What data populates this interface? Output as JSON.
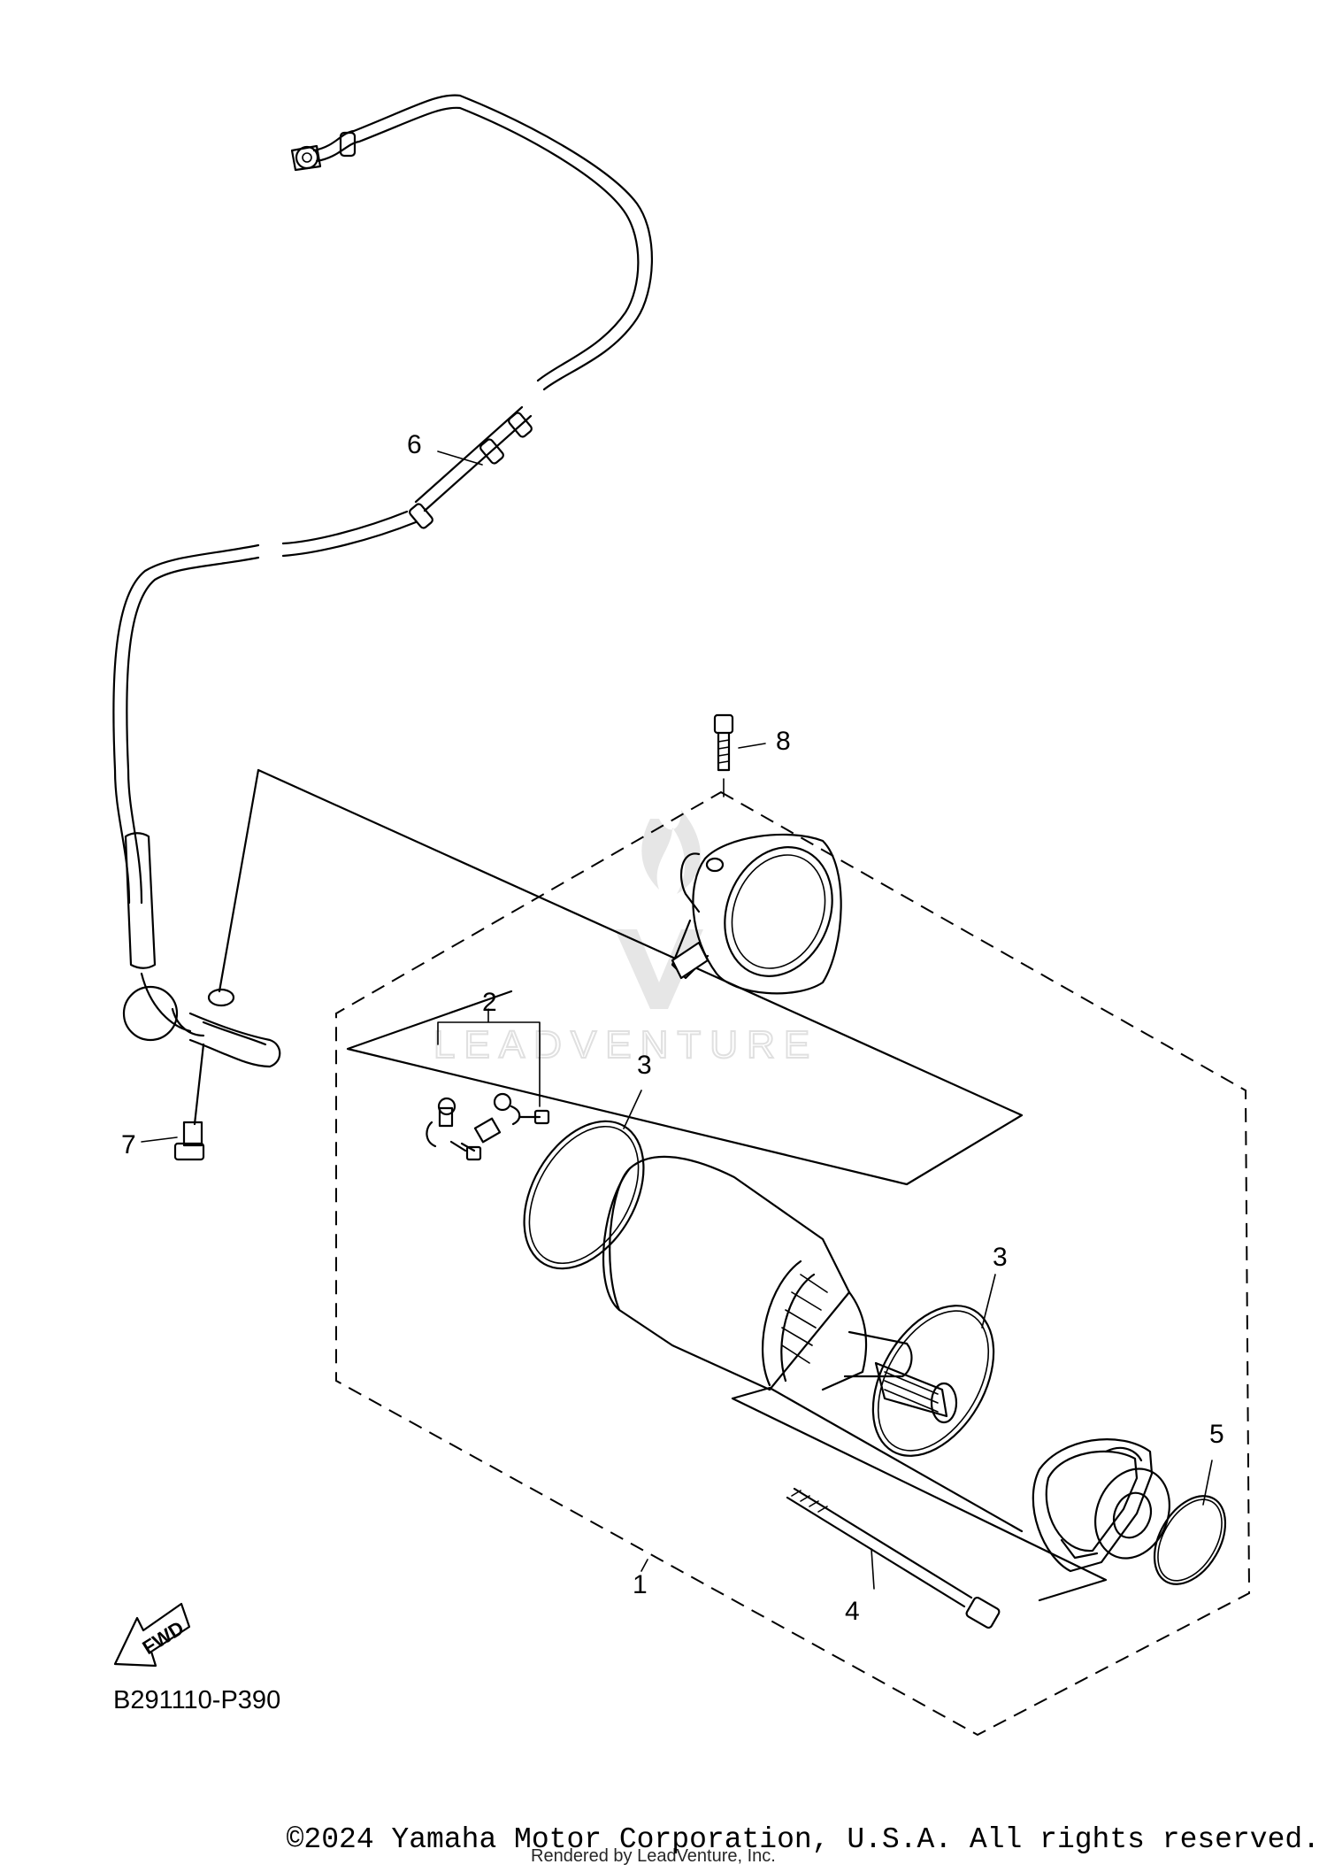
{
  "diagram": {
    "callouts": [
      "1",
      "2",
      "3",
      "3",
      "4",
      "5",
      "6",
      "7",
      "8"
    ],
    "fwd_label": "FWD",
    "code": "B291110-P390",
    "watermark": "LEADVENTURE"
  },
  "footer": {
    "copyright": "©2024 Yamaha Motor Corporation, U.S.A. All rights reserved.",
    "rendered_by": "Rendered by LeadVenture, Inc."
  }
}
